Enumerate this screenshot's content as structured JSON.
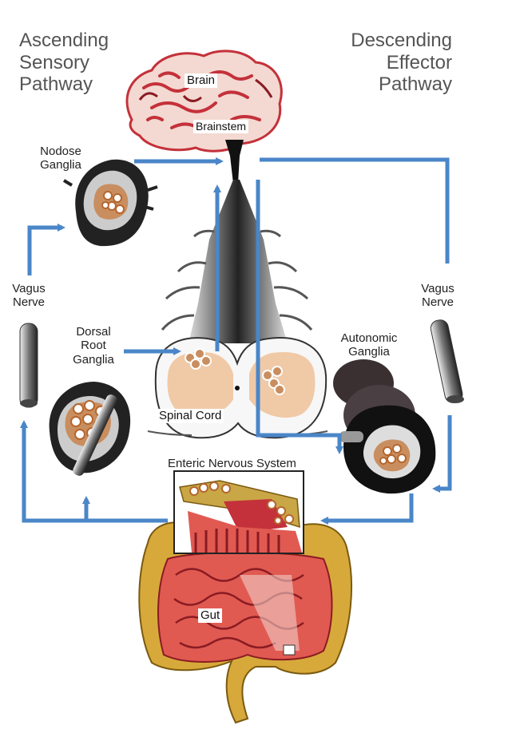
{
  "headings": {
    "ascending": [
      "Ascending",
      "Sensory",
      "Pathway"
    ],
    "descending": [
      "Descending",
      "Effector",
      "Pathway"
    ]
  },
  "labels": {
    "brain": "Brain",
    "brainstem": "Brainstem",
    "nodose": [
      "Nodose",
      "Ganglia"
    ],
    "vagus_left": [
      "Vagus",
      "Nerve"
    ],
    "vagus_right": [
      "Vagus",
      "Nerve"
    ],
    "drg": [
      "Dorsal",
      "Root",
      "Ganglia"
    ],
    "autonomic": [
      "Autonomic",
      "Ganglia"
    ],
    "spinal_cord": "Spinal Cord",
    "ens": "Enteric Nervous System",
    "gut": "Gut"
  },
  "colors": {
    "arrow": "#4a86c8",
    "brain": "#c4313a",
    "ganglion_fill": "#c98e5f",
    "spinal_gray": "#f0c9a6",
    "colon": "#d7a93a",
    "intestine": "#e05a52",
    "nerve": "#555555"
  },
  "icons": [
    "brain-icon",
    "spinal-cord-icon",
    "nodose-ganglion-icon",
    "dorsal-root-ganglion-icon",
    "autonomic-ganglion-icon",
    "vagus-nerve-icon",
    "gut-icon",
    "enteric-nervous-system-icon"
  ]
}
